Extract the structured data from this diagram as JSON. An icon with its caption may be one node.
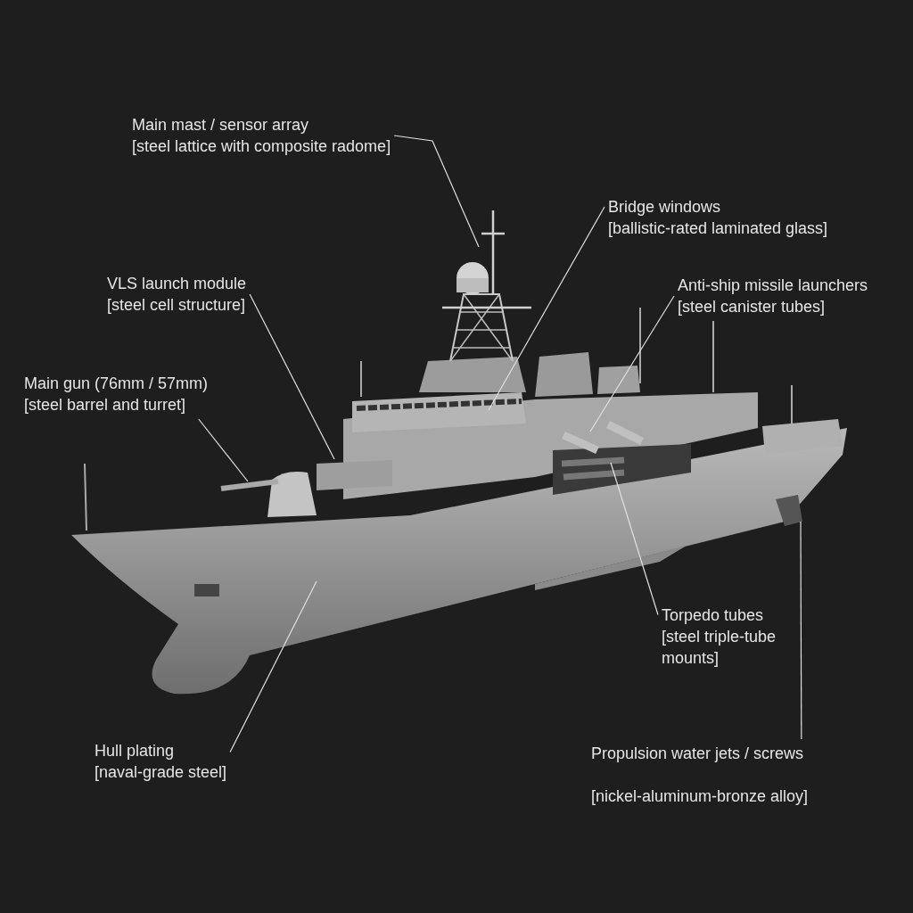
{
  "diagram": {
    "nodes": [
      {
        "text": [
          "Main mast / sensor array",
          "[steel lattice with composite radome]"
        ]
      },
      {
        "text": [
          "Bridge windows",
          "[ballistic-rated laminated glass]"
        ]
      },
      {
        "text": [
          "VLS launch module",
          "[steel cell structure]"
        ]
      },
      {
        "text": [
          "Anti-ship missile launchers",
          "[steel canister tubes]"
        ]
      },
      {
        "text": [
          "Main gun (76mm / 57mm)",
          "[steel barrel and turret]"
        ]
      },
      {
        "text": [
          "Torpedo tubes",
          "[steel triple-tube mounts]"
        ]
      },
      {
        "text": [
          "Hull plating",
          "[naval-grade steel]"
        ]
      },
      {
        "text": [
          "Propulsion water jets / screws",
          "[nickel-aluminum-bronze alloy]"
        ]
      }
    ],
    "edges": [
      {
        "from": 0,
        "to": null,
        "arrow": "none"
      },
      {
        "from": 1,
        "to": null,
        "arrow": "none"
      },
      {
        "from": 2,
        "to": null,
        "arrow": "none"
      },
      {
        "from": 3,
        "to": null,
        "arrow": "none"
      },
      {
        "from": 4,
        "to": null,
        "arrow": "none"
      },
      {
        "from": 5,
        "to": null,
        "arrow": "none"
      },
      {
        "from": 6,
        "to": null,
        "arrow": "none"
      },
      {
        "from": 7,
        "to": null,
        "arrow": "none"
      }
    ]
  }
}
